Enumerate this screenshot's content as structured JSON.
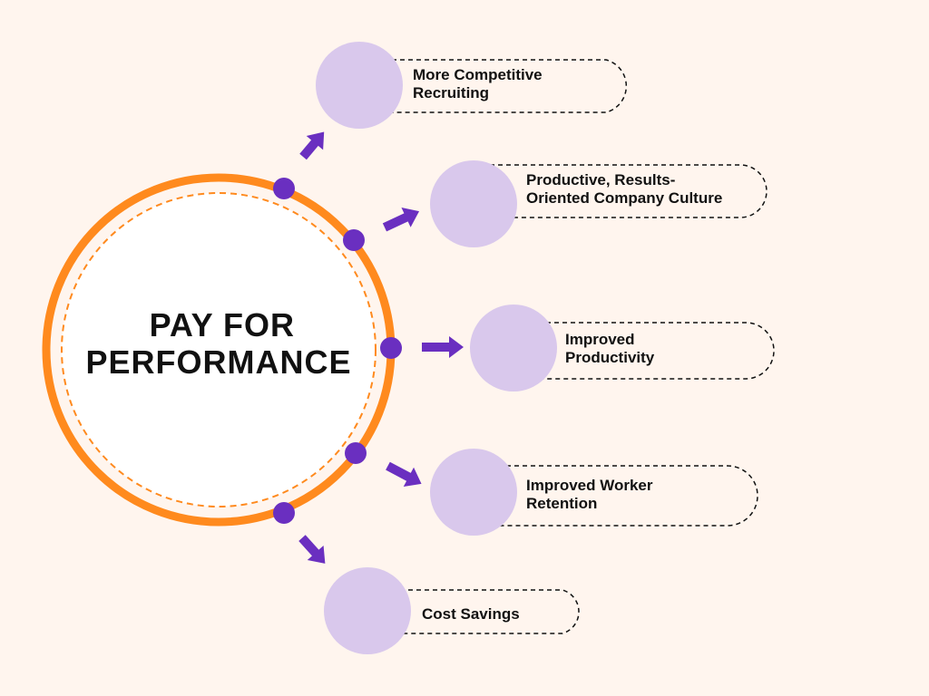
{
  "colors": {
    "background": "#FFF5EE",
    "ring": "#FF8A1E",
    "dot": "#6A2FC0",
    "arrow": "#6A2FC0",
    "bubble": "#D9C8EC",
    "text": "#111111"
  },
  "diagram": {
    "title_lines": [
      "PAY FOR",
      "PERFORMANCE"
    ],
    "benefits": [
      {
        "lines": [
          "More Competitive",
          "Recruiting"
        ]
      },
      {
        "lines": [
          "Productive, Results-",
          "Oriented Company Culture"
        ]
      },
      {
        "lines": [
          "Improved",
          "Productivity"
        ]
      },
      {
        "lines": [
          "Improved Worker",
          "Retention"
        ]
      },
      {
        "lines": [
          "Cost Savings"
        ]
      }
    ]
  }
}
